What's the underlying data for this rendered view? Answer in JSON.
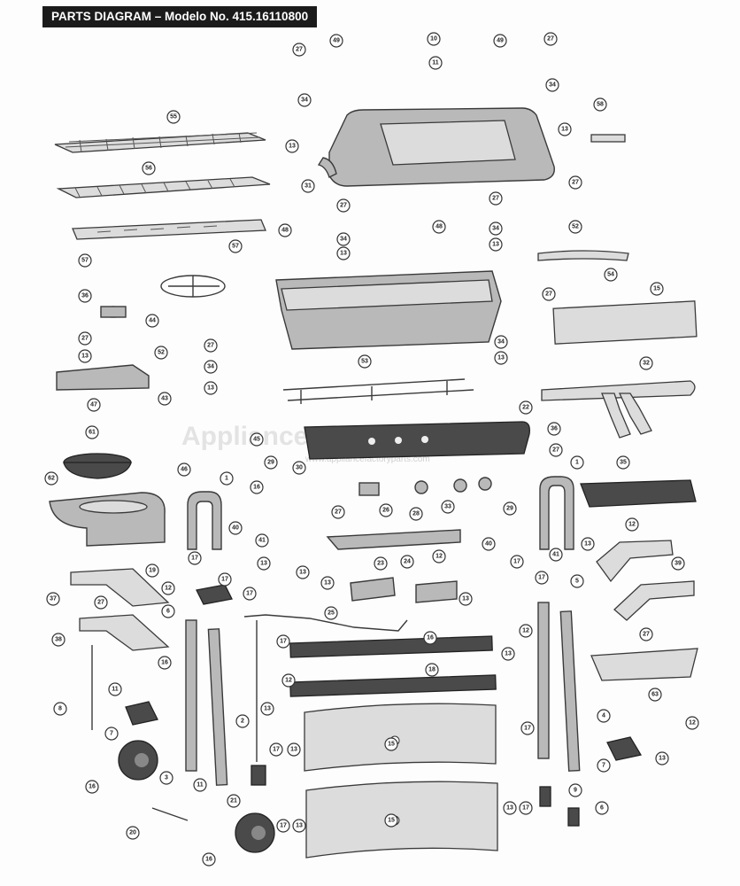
{
  "header": {
    "title": "PARTS DIAGRAM – Modelo No. 415.16110800"
  },
  "watermark": {
    "text": "Appliance Factory Parts",
    "url": "www.appliancefactoryparts.com"
  },
  "colors": {
    "header_bg": "#1b1b1b",
    "header_text": "#ffffff",
    "part_fill": "#b9b9b9",
    "outline": "#3a3a3a"
  },
  "callouts": [
    "49",
    "10",
    "11",
    "49",
    "27",
    "34",
    "13",
    "27",
    "34",
    "13",
    "58",
    "55",
    "56",
    "31",
    "57",
    "27",
    "34",
    "13",
    "48",
    "48",
    "27",
    "34",
    "13",
    "27",
    "52",
    "54",
    "57",
    "36",
    "44",
    "27",
    "13",
    "15",
    "27",
    "52",
    "27",
    "34",
    "13",
    "34",
    "13",
    "53",
    "32",
    "47",
    "61",
    "43",
    "46",
    "45",
    "22",
    "36",
    "27",
    "62",
    "1",
    "29",
    "30",
    "1",
    "35",
    "16",
    "40",
    "41",
    "26",
    "27",
    "28",
    "33",
    "29",
    "40",
    "41",
    "12",
    "13",
    "19",
    "17",
    "17",
    "13",
    "13",
    "23",
    "24",
    "12",
    "13",
    "17",
    "17",
    "13",
    "12",
    "5",
    "39",
    "37",
    "6",
    "17",
    "27",
    "25",
    "17",
    "12",
    "13",
    "12",
    "18",
    "13",
    "38",
    "16",
    "16",
    "27",
    "11",
    "8",
    "7",
    "2",
    "3",
    "17",
    "13",
    "17",
    "4",
    "63",
    "12",
    "7",
    "13",
    "16",
    "11",
    "21",
    "20",
    "15",
    "15",
    "9",
    "6",
    "17",
    "13",
    "13",
    "17",
    "16"
  ]
}
